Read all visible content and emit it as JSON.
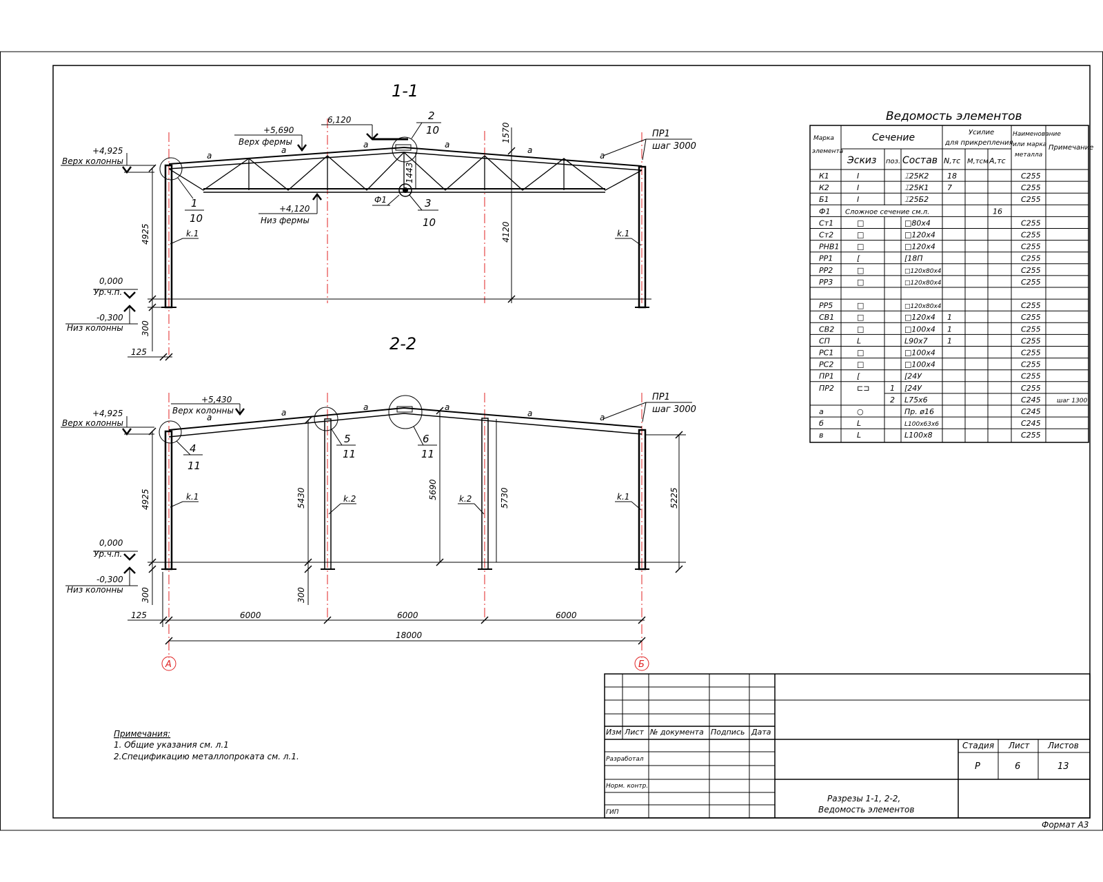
{
  "sections": {
    "s11_title": "1-1",
    "s22_title": "2-2"
  },
  "elevations": {
    "top_col_11_val": "+4,925",
    "top_col_11_lbl": "Верх колонны",
    "truss_top_val": "+5,690",
    "truss_top_lbl": "Верх фермы",
    "truss_bot_val": "+4,120",
    "truss_bot_lbl": "Низ фермы",
    "floor_11_val": "0,000",
    "floor_11_lbl": "Ур.ч.п.",
    "bottom_11_val": "-0,300",
    "bottom_11_lbl": "Низ колонны",
    "top_col_22_val": "+4,925",
    "top_col_22_lbl": "Верх колонны",
    "top_mid_22_val": "+5,430",
    "top_mid_22_lbl": "Верх колонны",
    "floor_22_val": "0,000",
    "floor_22_lbl": "Ур.ч.п.",
    "bottom_22_val": "-0,300",
    "bottom_22_lbl": "Низ колонны"
  },
  "dimensions": {
    "d6120": "6,120",
    "d1570": "1570",
    "d1443": "1443",
    "d4120": "4120",
    "d4925_a": "4925",
    "d300_a": "300",
    "d125_a": "125",
    "d4925_b": "4925",
    "d5430": "5430",
    "d5690": "5690",
    "d5730": "5730",
    "d5225": "5225",
    "d300_b": "300",
    "d300_c": "300",
    "d125_b": "125",
    "span1": "6000",
    "span2": "6000",
    "span3": "6000",
    "total": "18000"
  },
  "callouts": {
    "n1": "1",
    "n1s": "10",
    "n2": "2",
    "n2s": "10",
    "n3": "3",
    "n3s": "10",
    "n4": "4",
    "n4s": "11",
    "n5": "5",
    "n5s": "11",
    "n6": "6",
    "n6s": "11",
    "f1": "Ф1",
    "k1": "k.1",
    "k2": "k.2",
    "pr1": "ПР1",
    "step": "шаг 3000",
    "a": "а"
  },
  "axes": {
    "left": "А",
    "right": "Б"
  },
  "table": {
    "title": "Ведомость элементов",
    "h_mark": "Марка элемента",
    "h_section": "Сечение",
    "h_force": "Усилие для прикрепления",
    "h_name": "Наименование или марка металла",
    "h_note": "Примечание",
    "h_sketch": "Эскиз",
    "h_pos": "поз.",
    "h_comp": "Состав",
    "h_n": "N,тс",
    "h_m": "M,тсм",
    "h_q": "A,тс",
    "rows": [
      {
        "mark": "К1",
        "sk": "I",
        "pos": "",
        "comp": "⌶25К2",
        "n": "18",
        "m": "",
        "q": "",
        "steel": "С255",
        "note": ""
      },
      {
        "mark": "К2",
        "sk": "I",
        "pos": "",
        "comp": "⌶25К1",
        "n": "7",
        "m": "",
        "q": "",
        "steel": "С255",
        "note": ""
      },
      {
        "mark": "Б1",
        "sk": "I",
        "pos": "",
        "comp": "⌶25Б2",
        "n": "",
        "m": "",
        "q": "",
        "steel": "С255",
        "note": ""
      },
      {
        "mark": "Ф1",
        "span": "Сложное сечение см.л.",
        "n": "",
        "m": "",
        "q": "16",
        "steel": "",
        "note": ""
      },
      {
        "mark": "Ст1",
        "sk": "□",
        "pos": "",
        "comp": "□80х4",
        "n": "",
        "m": "",
        "q": "",
        "steel": "С255",
        "note": ""
      },
      {
        "mark": "Ст2",
        "sk": "□",
        "pos": "",
        "comp": "□120х4",
        "n": "",
        "m": "",
        "q": "",
        "steel": "С255",
        "note": ""
      },
      {
        "mark": "РНВ1",
        "sk": "□",
        "pos": "",
        "comp": "□120х4",
        "n": "",
        "m": "",
        "q": "",
        "steel": "С255",
        "note": ""
      },
      {
        "mark": "РР1",
        "sk": "[",
        "pos": "",
        "comp": "[18П",
        "n": "",
        "m": "",
        "q": "",
        "steel": "С255",
        "note": ""
      },
      {
        "mark": "РР2",
        "sk": "□",
        "pos": "",
        "comp": "□120х80х4",
        "n": "",
        "m": "",
        "q": "",
        "steel": "С255",
        "note": ""
      },
      {
        "mark": "РР3",
        "sk": "□",
        "pos": "",
        "comp": "□120х80х4",
        "n": "",
        "m": "",
        "q": "",
        "steel": "С255",
        "note": ""
      },
      {
        "mark": "",
        "sk": "",
        "pos": "",
        "comp": "",
        "n": "",
        "m": "",
        "q": "",
        "steel": "",
        "note": ""
      },
      {
        "mark": "РР5",
        "sk": "□",
        "pos": "",
        "comp": "□120х80х4",
        "n": "",
        "m": "",
        "q": "",
        "steel": "С255",
        "note": ""
      },
      {
        "mark": "СВ1",
        "sk": "□",
        "pos": "",
        "comp": "□120х4",
        "n": "1",
        "m": "",
        "q": "",
        "steel": "С255",
        "note": ""
      },
      {
        "mark": "СВ2",
        "sk": "□",
        "pos": "",
        "comp": "□100х4",
        "n": "1",
        "m": "",
        "q": "",
        "steel": "С255",
        "note": ""
      },
      {
        "mark": "СП",
        "sk": "L",
        "pos": "",
        "comp": "L90х7",
        "n": "1",
        "m": "",
        "q": "",
        "steel": "С255",
        "note": ""
      },
      {
        "mark": "РС1",
        "sk": "□",
        "pos": "",
        "comp": "□100х4",
        "n": "",
        "m": "",
        "q": "",
        "steel": "С255",
        "note": ""
      },
      {
        "mark": "РС2",
        "sk": "□",
        "pos": "",
        "comp": "□100х4",
        "n": "",
        "m": "",
        "q": "",
        "steel": "С255",
        "note": ""
      },
      {
        "mark": "ПР1",
        "sk": "[",
        "pos": "",
        "comp": "[24У",
        "n": "",
        "m": "",
        "q": "",
        "steel": "С255",
        "note": ""
      },
      {
        "mark": "ПР2",
        "sk": "⊏⊐",
        "pos": "1",
        "comp": "[24У",
        "n": "",
        "m": "",
        "q": "",
        "steel": "С255",
        "note": ""
      },
      {
        "mark": "",
        "sk": "",
        "pos": "2",
        "comp": "L75х6",
        "n": "",
        "m": "",
        "q": "",
        "steel": "С245",
        "note": "шаг 1300"
      },
      {
        "mark": "а",
        "sk": "○",
        "pos": "",
        "comp": "Пр. ø16",
        "n": "",
        "m": "",
        "q": "",
        "steel": "С245",
        "note": ""
      },
      {
        "mark": "б",
        "sk": "L",
        "pos": "",
        "comp": "L100х63х6",
        "n": "",
        "m": "",
        "q": "",
        "steel": "С245",
        "note": ""
      },
      {
        "mark": "в",
        "sk": "L",
        "pos": "",
        "comp": "L100х8",
        "n": "",
        "m": "",
        "q": "",
        "steel": "С255",
        "note": ""
      }
    ]
  },
  "notes": {
    "head": "Примечания:",
    "l1": "1. Общие указания см. л.1",
    "l2": "2.Спецификацию металлопроката см. л.1."
  },
  "stamp": {
    "izm": "Изм",
    "list": "Лист",
    "ndoc": "№ документа",
    "podp": "Подпись",
    "data": "Дата",
    "razrab": "Разработал",
    "nkontr": "Норм. контр.",
    "gip": "ГИП",
    "stadia_h": "Стадия",
    "list_h": "Лист",
    "listov_h": "Листов",
    "stadia": "Р",
    "list_v": "6",
    "listov": "13",
    "title1": "Разрезы 1-1, 2-2,",
    "title2": "Ведомость элементов"
  },
  "format": "Формат А3"
}
